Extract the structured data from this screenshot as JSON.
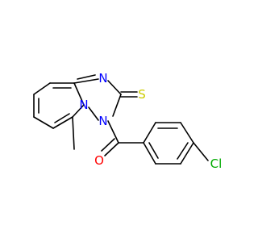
{
  "molecule": {
    "atoms": {
      "n_imine": {
        "symbol": "N",
        "color": "#0000ff"
      },
      "n_bridge": {
        "symbol": "N",
        "color": "#0000ff"
      },
      "n_acyl": {
        "symbol": "N",
        "color": "#0000ff"
      },
      "s_thione": {
        "symbol": "S",
        "color": "#cccc00"
      },
      "o_carbonyl": {
        "symbol": "O",
        "color": "#ff0000"
      },
      "cl": {
        "symbol": "Cl",
        "color": "#00aa00"
      }
    }
  }
}
